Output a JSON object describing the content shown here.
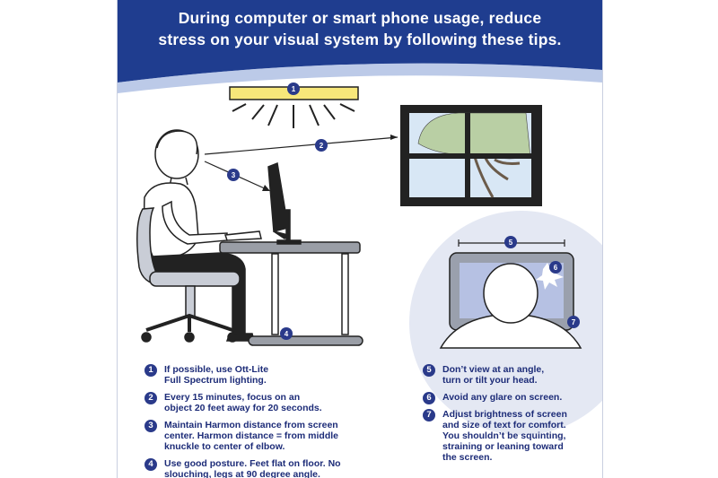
{
  "header": {
    "title_line1": "During computer or smart phone usage, reduce",
    "title_line2": "stress on your visual system by following these tips.",
    "color": "#1f3d8f"
  },
  "callouts": [
    "1",
    "2",
    "3",
    "4",
    "5",
    "6",
    "7"
  ],
  "tips_left": [
    {
      "num": "1",
      "text": "If possible, use Ott-Lite\nFull Spectrum lighting."
    },
    {
      "num": "2",
      "text": "Every 15 minutes, focus on an\nobject 20 feet away for 20 seconds."
    },
    {
      "num": "3",
      "text": "Maintain Harmon distance from screen\ncenter. Harmon distance = from middle\nknuckle to center of elbow."
    },
    {
      "num": "4",
      "text": "Use good posture. Feet flat on floor. No\nslouching, legs at 90 degree angle."
    }
  ],
  "tips_right": [
    {
      "num": "5",
      "text": "Don’t view at an angle,\nturn or tilt your head."
    },
    {
      "num": "6",
      "text": "Avoid any glare on screen."
    },
    {
      "num": "7",
      "text": "Adjust brightness of screen\nand size of text for comfort.\nYou shouldn’t be squinting,\nstraining or leaning toward\nthe screen."
    }
  ],
  "colors": {
    "brand_blue": "#1f3d8f",
    "text_blue": "#1d2c78",
    "lamp_yellow": "#f7e77a",
    "sky": "#c9dcef"
  }
}
